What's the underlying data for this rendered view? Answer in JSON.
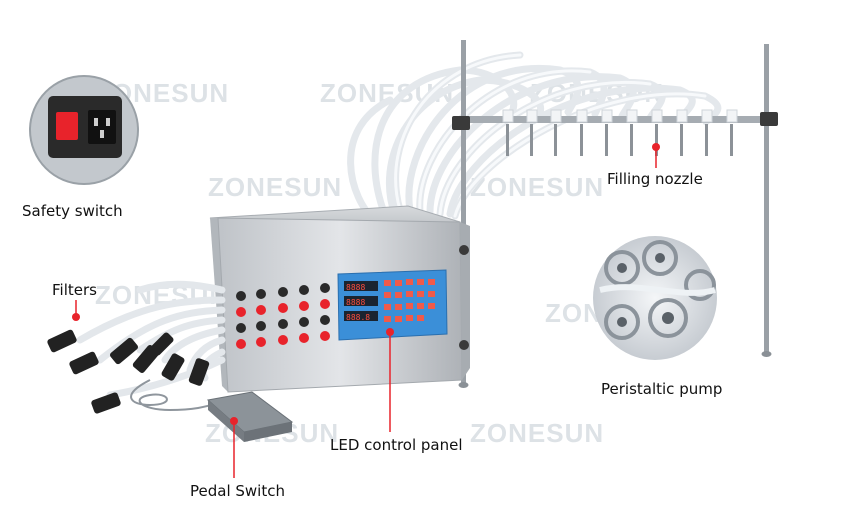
{
  "watermark": {
    "text": "ZONESUN"
  },
  "labels": {
    "safety_switch": "Safety switch",
    "filters": "Filters",
    "filling_nozzle": "Filling nozzle",
    "peristaltic_pump": "Peristaltic pump",
    "led_control_panel": "LED control panel",
    "pedal_switch": "Pedal Switch"
  },
  "colors": {
    "accent_red": "#e8232b",
    "panel_blue": "#3b8fd8",
    "steel": "#c9ccd0",
    "tube": "#e9edf1",
    "filter_black": "#222222"
  },
  "display_readouts": [
    "8888",
    "8888",
    "888.8"
  ]
}
